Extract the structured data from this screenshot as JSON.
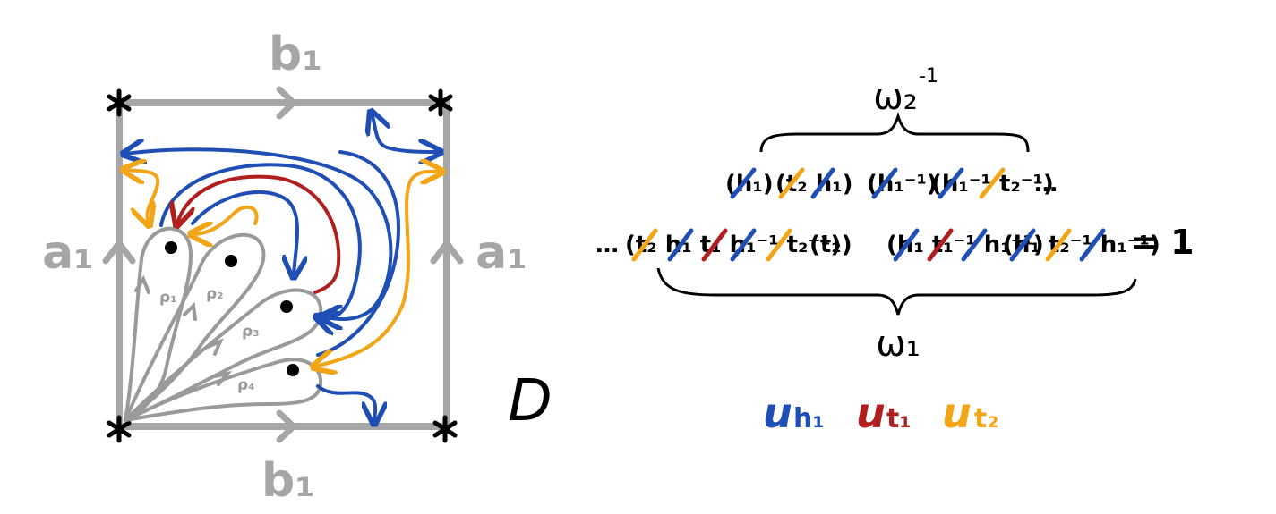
{
  "colors": {
    "frame": "#a6a6a6",
    "blue": "#1f4fb4",
    "red": "#b01e1e",
    "orange": "#f2a516",
    "ink": "#000000",
    "paths_gray": "#9a9a9a"
  },
  "diagram": {
    "edge_labels": {
      "top": "b₁",
      "bottom": "b₁",
      "left": "a₁",
      "right": "a₁"
    },
    "surface_label": "D",
    "loop_labels": [
      "ρ₁",
      "ρ₂",
      "ρ₃",
      "ρ₄"
    ]
  },
  "word": {
    "top_brace_label": "ω₂",
    "top_brace_exp": "-1",
    "line1": [
      "(h₁)",
      "(t₂ h₁)",
      "(h₁⁻¹)",
      "(h₁⁻¹ t₂⁻¹)"
    ],
    "line1_ellipsis": "…",
    "line2_ellipsis": "…",
    "line2": [
      "(t₂ h₁ t₁ h₁⁻¹ t₂⁻¹)",
      "(t₂)",
      "(h₁ t₁⁻¹ h₁⁻¹)",
      "(h₁ t₂⁻¹ h₁⁻¹)"
    ],
    "equals": "= 1",
    "bottom_brace_label": "ω₁"
  },
  "legend": [
    {
      "mark": "u",
      "label": "h₁",
      "color": "#1f4fb4"
    },
    {
      "mark": "u",
      "label": "t₁",
      "color": "#b01e1e"
    },
    {
      "mark": "u",
      "label": "t₂",
      "color": "#f2a516"
    }
  ]
}
